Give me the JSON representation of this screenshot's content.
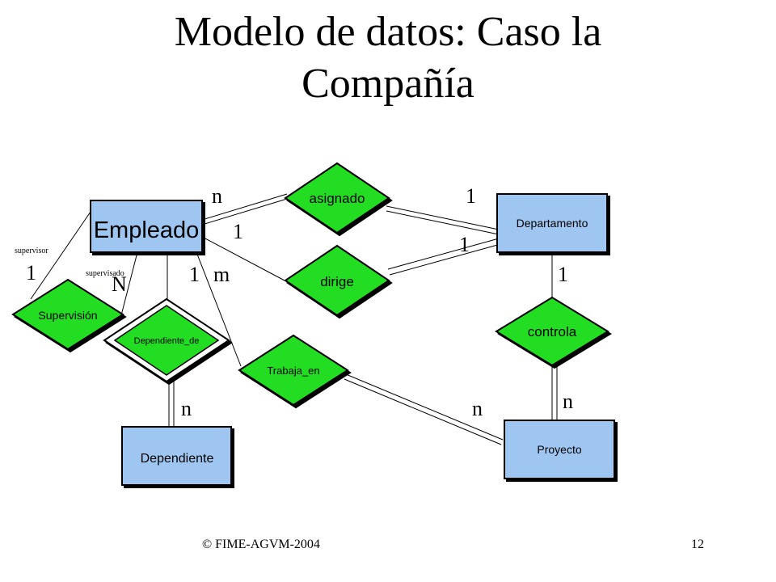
{
  "title": {
    "line1": "Modelo de datos: Caso la",
    "line2": "Compañía"
  },
  "entities": {
    "empleado": "Empleado",
    "departamento": "Departamento",
    "dependiente": "Dependiente",
    "proyecto": "Proyecto"
  },
  "relationships": {
    "asignado": "asignado",
    "dirige": "dirige",
    "controla": "controla",
    "trabaja_en": "Trabaja_en",
    "supervision": "Supervisión",
    "dependiente_de": "Dependiente_de"
  },
  "roles": {
    "supervisor": "supervisor",
    "supervisado": "supervisado"
  },
  "cardinalities": {
    "asignado_empleado": "n",
    "asignado_departamento": "1",
    "dirige_empleado": "1",
    "dirige_departamento": "1",
    "supervision_supervisor": "1",
    "supervision_supervisado": "N",
    "dependiente_empleado": "1",
    "trabaja_empleado": "m",
    "controla_departamento": "1",
    "dependiente_dependiente": "n",
    "trabaja_proyecto": "n",
    "controla_proyecto": "n"
  },
  "colors": {
    "entity_fill": "#9fc6f0",
    "relationship_fill": "#22dd22"
  },
  "footer": {
    "copyright": "© FIME-AGVM-2004",
    "page": "12"
  }
}
